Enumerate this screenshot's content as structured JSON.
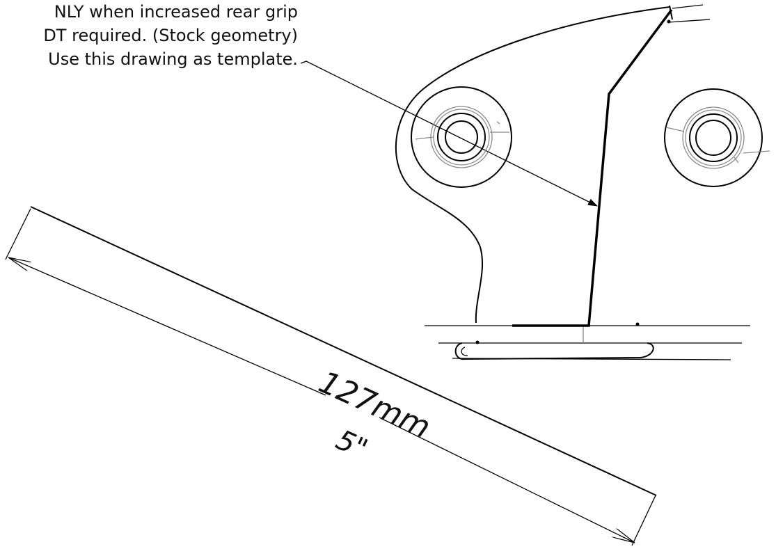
{
  "note": {
    "line1": "NLY when increased rear grip",
    "line2": "DT required. (Stock geometry)",
    "line3": "Use this drawing as template."
  },
  "dimension": {
    "metric": "127mm",
    "imperial": "5\""
  },
  "colors": {
    "line": "#000000",
    "hidden_line": "#8a8a8a",
    "background": "#ffffff"
  }
}
